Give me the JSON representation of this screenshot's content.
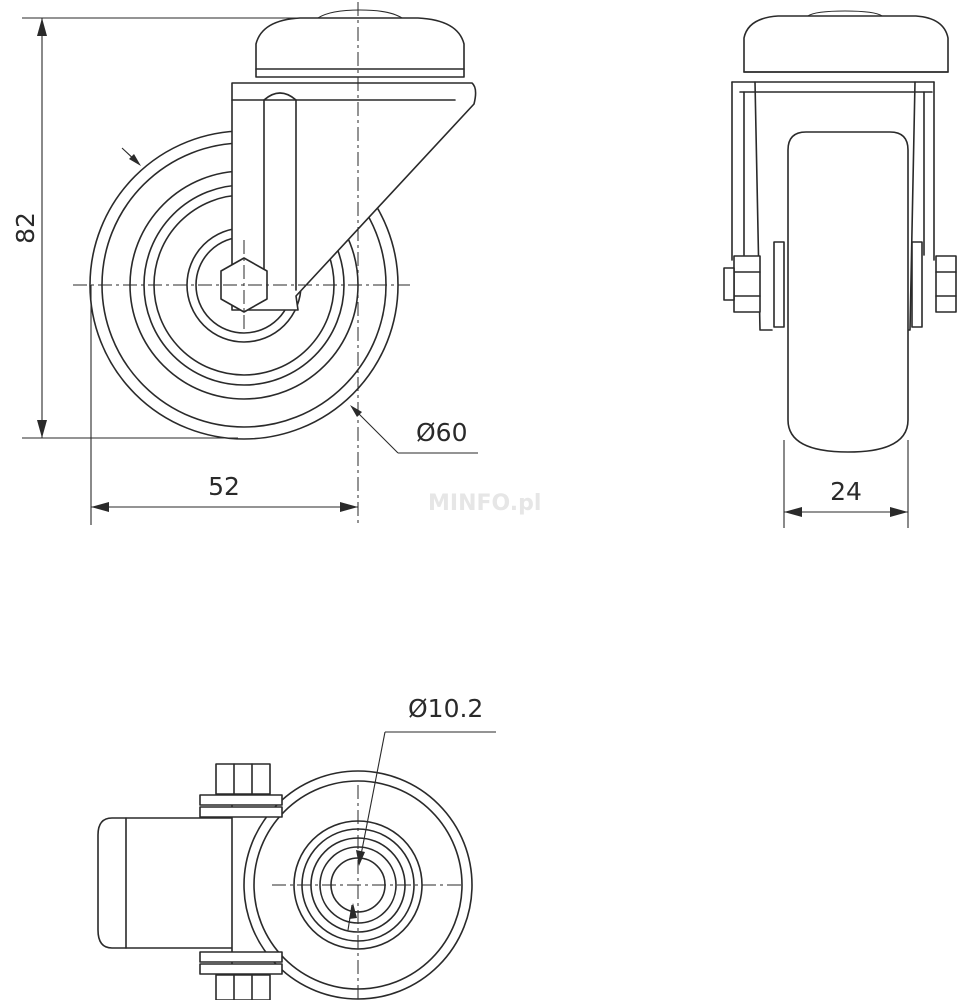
{
  "views": [
    "side-view",
    "front-view",
    "top-view"
  ],
  "dimensions": {
    "height": "82",
    "bracket_width": "52",
    "wheel_diameter": "Ø60",
    "wheel_width": "24",
    "bolt_hole_diameter": "Ø10.2"
  },
  "watermark": "MINFO.pl",
  "colors": {
    "line": "#2a2a2a",
    "background": "#ffffff",
    "watermark": "#e6e6e6"
  }
}
